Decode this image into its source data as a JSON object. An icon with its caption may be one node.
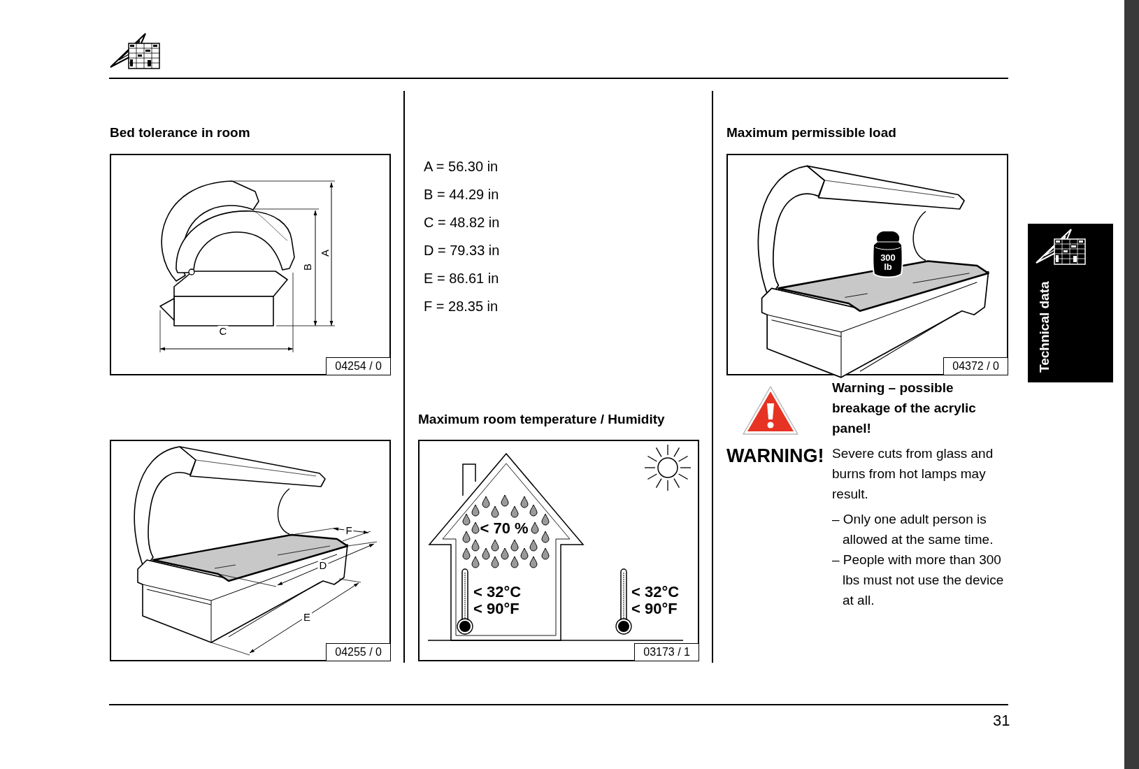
{
  "diagram": {
    "nodes": [
      {
        "text": [
          "04254 / 0"
        ]
      },
      {
        "text": [
          "04372 / 0"
        ]
      },
      {
        "text": [
          "04255 / 0"
        ]
      },
      {
        "text": [
          "03173 / 1"
        ]
      },
      {
        "text": [
          "Technical data"
        ]
      }
    ],
    "labels": [
      "Bed tolerance in room",
      "B",
      "A",
      "C",
      "A = 56.30 in",
      "B = 44.29 in",
      "C = 48.82 in",
      "D = 79.33 in",
      "E = 86.61 in",
      "F = 28.35 in",
      "Maximum permissible load",
      "300 lb",
      "Warning – possible breakage of the acrylic panel!",
      "WARNING!",
      "Severe cuts from glass and burns from hot lamps may result.",
      "– Only one adult person is allowed at the same time.",
      "– People with more than 300 lbs must not use the device at all.",
      "F",
      "D",
      "E",
      "Maximum room temperature / Humidity",
      "< 70 %",
      "< 32°C",
      "< 90°F",
      "< 32°C",
      "< 90°F",
      "31"
    ]
  }
}
